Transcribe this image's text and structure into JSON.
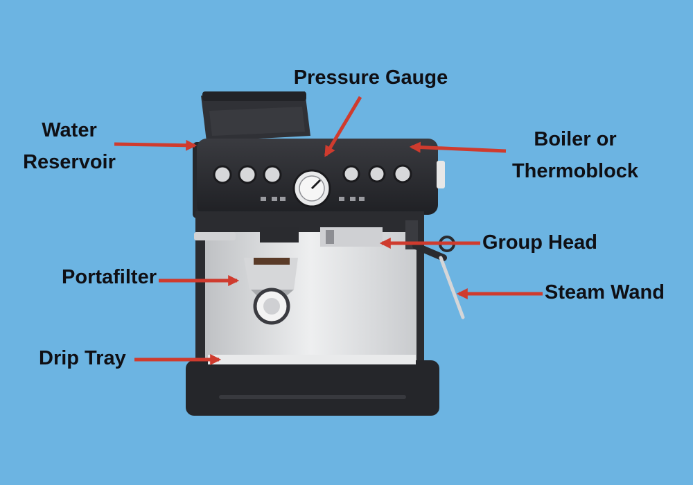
{
  "diagram": {
    "colors": {
      "background": "#6cb4e2",
      "arrow": "#cf3b2e",
      "label_text": "#0f0f14",
      "machine_body": "#2b2c30",
      "machine_steel": "#d9dadc"
    },
    "labels": [
      {
        "id": "pressure-gauge",
        "lines": [
          "Pressure Gauge"
        ],
        "target": "pressure-gauge-dial"
      },
      {
        "id": "water-reservoir",
        "lines": [
          "Water",
          "Reservoir"
        ],
        "target": "water-reservoir"
      },
      {
        "id": "boiler",
        "lines": [
          "Boiler or",
          "Thermoblock"
        ],
        "target": "machine-top-housing"
      },
      {
        "id": "group-head",
        "lines": [
          "Group Head"
        ],
        "target": "group-head"
      },
      {
        "id": "portafilter",
        "lines": [
          "Portafilter"
        ],
        "target": "portafilter"
      },
      {
        "id": "steam-wand",
        "lines": [
          "Steam Wand"
        ],
        "target": "steam-wand"
      },
      {
        "id": "drip-tray",
        "lines": [
          "Drip Tray"
        ],
        "target": "drip-tray"
      }
    ]
  }
}
